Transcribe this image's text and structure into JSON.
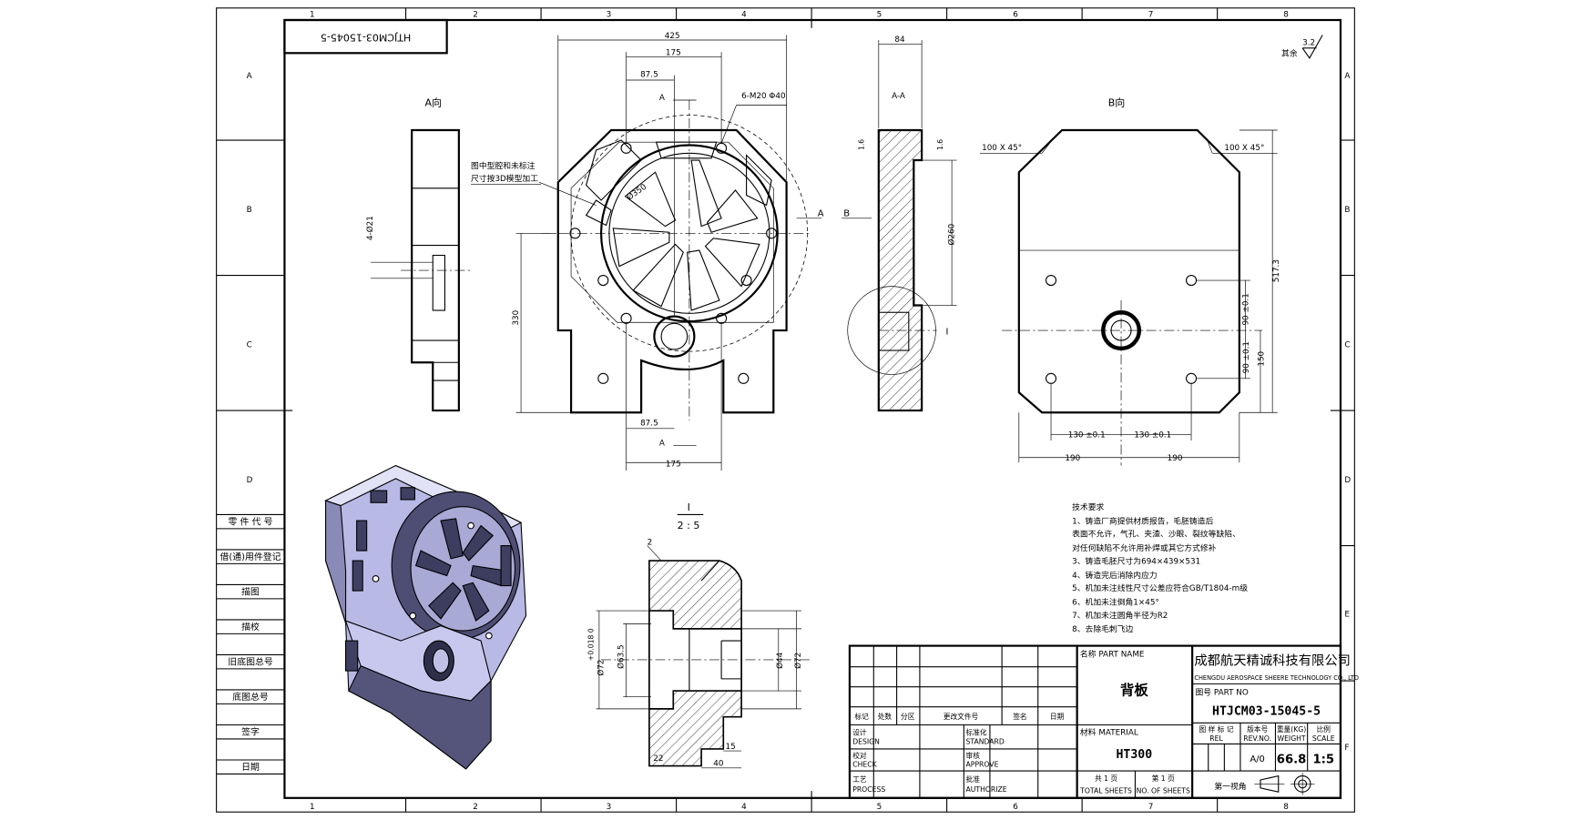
{
  "title_box": "HTJCM03-15045-5",
  "zones": {
    "cols": [
      "1",
      "2",
      "3",
      "4",
      "5",
      "6",
      "7",
      "8"
    ],
    "rows": [
      "A",
      "B",
      "C",
      "D",
      "E",
      "F"
    ]
  },
  "left_column": [
    "零 件 代 号",
    "借(通)用件登记",
    "描图",
    "描校",
    "旧底图总号",
    "底图总号",
    "签字",
    "日期"
  ],
  "roughness": {
    "value": "3.2",
    "label": "其余"
  },
  "views": {
    "a_view": "A向",
    "section": "A-A",
    "b_view": "B向",
    "detail_marker": "I",
    "detail_label": "I",
    "detail_scale": "2 : 5"
  },
  "note": [
    "图中型腔和未标注",
    "尺寸按3D模型加工"
  ],
  "dims_front": {
    "width": "425",
    "top_175": "175",
    "top_87": "87.5",
    "holes": "6-M20 Φ40",
    "circle": "Ø350",
    "height": "330",
    "bot_87": "87.5",
    "bot_175": "175",
    "a_top": "A",
    "a_bot": "A",
    "a_right": "A",
    "b_left": "B"
  },
  "dims_side": {
    "holes": "4-Ø21"
  },
  "dims_section": {
    "width": "84",
    "c1": "1.6",
    "c2": "1.6",
    "dia": "Ø260"
  },
  "dims_b": {
    "chamfer_l": "100 X 45°",
    "chamfer_r": "100 X 45°",
    "height": "517.3",
    "v1": "90 ±0.1",
    "v2": "90 ±0.1",
    "v3": "150",
    "h1": "130 ±0.1",
    "h2": "130 ±0.1",
    "w1": "190",
    "w2": "190"
  },
  "dims_detail": {
    "chamfer": "2",
    "tol": "+0.018  0",
    "d72a": "Ø72",
    "d63": "Ø63.5",
    "d44": "Ø44",
    "d72b": "Ø72",
    "l22": "22",
    "l40": "40",
    "l15": "15"
  },
  "tech": {
    "title": "技术要求",
    "items": [
      "1、铸造厂商提供材质报告，毛胚铸造后",
      "表面不允许，气孔、夹渣、沙眼、裂纹等缺陷、",
      "对任何缺陷不允许用补焊或其它方式修补",
      "3、铸造毛胚尺寸为694×439×531",
      "4、铸造完后消除内应力",
      "5、机加未注线性尺寸公差应符合GB/T1804-m级",
      "6、机加未注倒角1×45°",
      "7、机加未注圆角半径为R2",
      "8、去除毛刺飞边"
    ]
  },
  "title_block": {
    "rev_headers": [
      "标记",
      "处数",
      "分区",
      "更改文件号",
      "签名",
      "日期"
    ],
    "sign_rows": [
      {
        "cn": "设计",
        "en": "DESIGN",
        "cn2": "标准化",
        "en2": "STANDARD"
      },
      {
        "cn": "校对",
        "en": "CHECK",
        "cn2": "审核",
        "en2": "APPROVE"
      },
      {
        "cn": "工艺",
        "en": "PROCESS",
        "cn2": "批准",
        "en2": "AUTHORIZE"
      }
    ],
    "part_name_label": "名称  PART NAME",
    "part_name": "背板",
    "material_label": "材料  MATERIAL",
    "material": "HT300",
    "total_sheets": "共 1 页",
    "total_sheets_en": "TOTAL SHEETS",
    "sheet_no": "第 1 页",
    "sheet_no_en": "NO. OF SHEETS",
    "company": "成都航天精诚科技有限公司",
    "company_en": "CHENGDU AEROSPACE SHEERE TECHNOLOGY CO., LTD",
    "drawing_no_label": "图号  PART NO",
    "drawing_no": "HTJCM03-15045-5",
    "hdr_rel_cn": "图 样 标 记",
    "hdr_rel": "REL",
    "hdr_rev_cn": "版本号",
    "hdr_rev": "REV.NO.",
    "hdr_weight_cn": "重量(KG)",
    "hdr_weight": "WEIGHT",
    "hdr_scale_cn": "比例",
    "hdr_scale": "SCALE",
    "rev": "A/0",
    "weight": "66.8",
    "scale": "1:5",
    "projection": "第一视角"
  }
}
